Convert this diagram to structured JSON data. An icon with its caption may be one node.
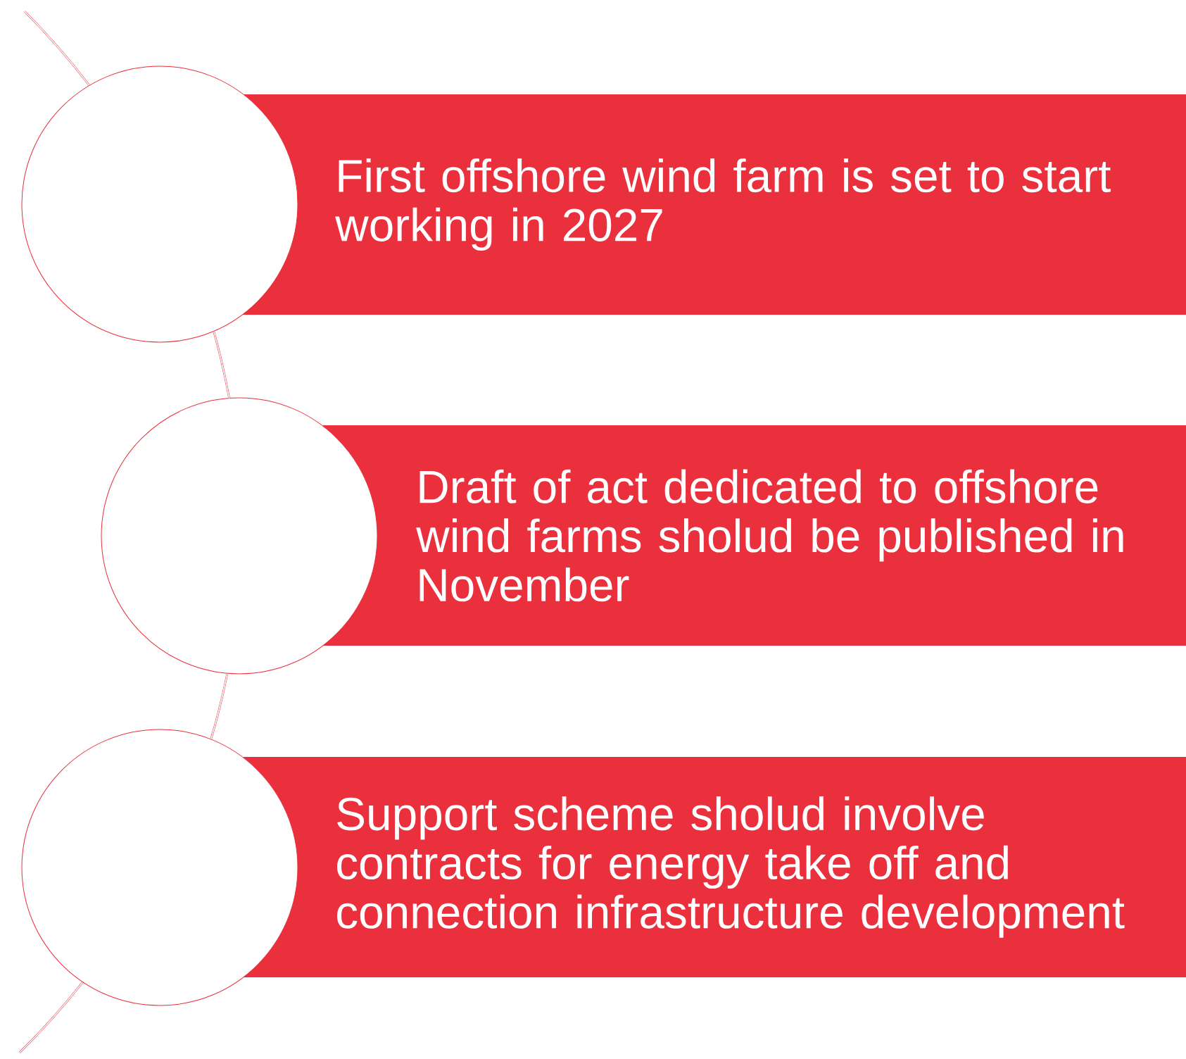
{
  "diagram": {
    "nodes": [
      {
        "text": [],
        "shape": "circle"
      },
      {
        "text": [
          "First offshore wind farm is set to start working in 2027"
        ]
      },
      {
        "text": [],
        "shape": "circle"
      },
      {
        "text": [
          "Draft of act dedicated to offshore wind farms sholud be published in November"
        ]
      },
      {
        "text": [],
        "shape": "circle"
      },
      {
        "text": [
          "Support scheme sholud involve contracts for energy take off and connection infrastructure development"
        ]
      }
    ],
    "edges": [
      {
        "from": 0,
        "to": 2,
        "arrow": "none"
      },
      {
        "from": 2,
        "to": 4,
        "arrow": "none"
      }
    ]
  }
}
